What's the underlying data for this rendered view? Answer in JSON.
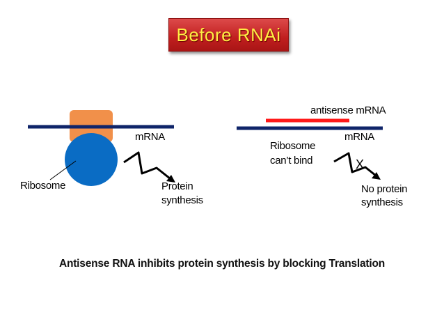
{
  "title": "Before RNAi",
  "left_panel": {
    "mrna_label": "mRNA",
    "ribosome_label": "Ribosome",
    "output_line1": "Protein",
    "output_line2": "synthesis"
  },
  "right_panel": {
    "antisense_label": "antisense mRNA",
    "mrna_label": "mRNA",
    "ribosome_line1": "Ribosome",
    "ribosome_line2": "can’t bind",
    "blocked_mark": "X",
    "output_line1": "No protein",
    "output_line2": "synthesis"
  },
  "caption": "Antisense RNA inhibits protein synthesis by blocking Translation",
  "colors": {
    "mrna": "#0f2469",
    "antisense": "#ff1a1a",
    "ribosome_large": "#0a6cc4",
    "ribosome_small": "#f1904a",
    "title_bg": "#c62828",
    "title_text": "#ffee44"
  }
}
